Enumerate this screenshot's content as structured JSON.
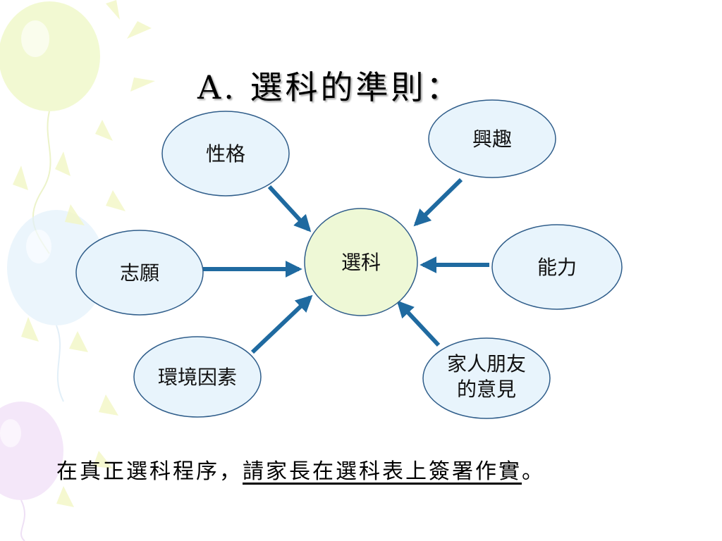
{
  "title": "A. 選科的準則：",
  "diagram": {
    "center": "選科",
    "nodes": {
      "personality": "性格",
      "interest": "興趣",
      "aspiration": "志願",
      "ability": "能力",
      "environment": "環境因素",
      "family_line1": "家人朋友",
      "family_line2": "的意見"
    }
  },
  "note": {
    "prefix": "在真正選科程序，",
    "underlined": "請家長在選科表上簽署作實",
    "suffix": "。"
  },
  "colors": {
    "arrow": "#1f6aa0",
    "node_fill": "#e8f4fc",
    "node_stroke": "#2f5d8a",
    "center_fill": "#eef8d6"
  }
}
